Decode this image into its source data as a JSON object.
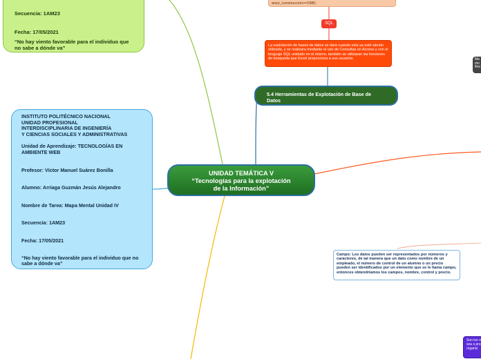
{
  "green_panel": {
    "seq": "Secuencia: 1AM23",
    "date": "Fecha: 17/05/2021",
    "quote": "“No hay viento favorable para el individuo que no sabe a dónde va”"
  },
  "info_panel": {
    "inst1": "INSTITUTO POLITÉCNICO NACIONAL",
    "inst2": "UNIDAD PROFESIONAL",
    "inst3": "INTERDISCIPLINARIA DE INGENIERÍA",
    "inst4": "Y CIENCIAS SOCIALES Y ADMINISTRATIVAS",
    "unit": "Unidad de Aprendizaje: TECNOLOGÍAS EN AMBIENTE WEB",
    "prof": "Profesor: Víctor Manuel Suárez Bonilla",
    "student": "Alumno: Arriaga Guzmán Jesús Alejandro",
    "task": "Nombre de Tarea: Mapa Mental Unidad IV",
    "seq": "Secuencia: 1AM23",
    "date": "Fecha: 17/05/2021",
    "quote": "“No hay viento favorable para el individuo que no sabe a dónde va”"
  },
  "center": {
    "line1": "UNIDAD TEMÁTICA V",
    "line2": "“Tecnologías para la explotación",
    "line3": "de la Información”"
  },
  "tools": {
    "label": "5.4 Herramientas de Explotación de Base de Datos"
  },
  "orange": {
    "text": "La explotación de bases de datos se dará cuando esta ya esté siendo utilizada, y se realizara mediante el uso de Consultas en Access y con el lenguaje SQL unidado en el mismo, también se utilizaran las funciones de búsqueda que Excel proporciona a sus usuarios."
  },
  "peach": {
    "text": "anyo_construccion>=1980;"
  },
  "sql": {
    "label": "SQL"
  },
  "campo": {
    "text": "Campo: Los datos pueden ser representados por números y caracteres, de tal manera que un dato como nombre de un empleado, el número de control de un alumno o un precio pueden ser identificados por un elemento que se le llama campo, entonces obtendríamos los campos, nombre, control y precio."
  },
  "dark_box": {
    "text": "Ma mo fine"
  },
  "purple_box": {
    "text": "Son los o sea s proces organiz"
  }
}
